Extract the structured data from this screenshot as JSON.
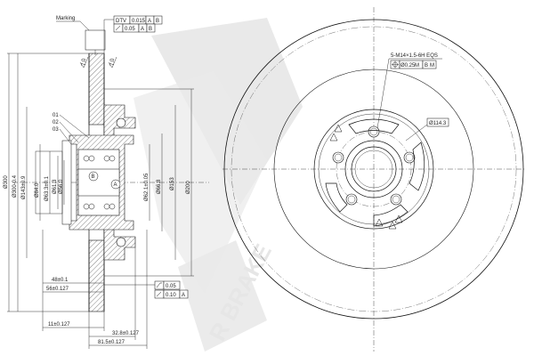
{
  "watermark": {
    "brand": "R BRAKE"
  },
  "callouts": {
    "marking": "Marking",
    "dtv": "DTV",
    "dtv_tol": "0.015",
    "dtv_ref_a": "A",
    "dtv_ref_b": "B",
    "runout_tol": "0.05",
    "runout_ref_a": "A",
    "runout_ref_b": "B",
    "roughness_1": "7.0",
    "roughness_2": "7.0",
    "bolt_pattern": "5-M14×1.5-6H EQS",
    "position_tol": "Ø0.25",
    "position_mod": "M",
    "position_ref_b": "B",
    "position_ref_mod": "M",
    "pcd": "Ø114.3"
  },
  "section_labels": {
    "l01": "01",
    "l02": "02",
    "l03": "03",
    "datum_a": "A",
    "datum_b": "B"
  },
  "dimensions": {
    "d300": "Ø300",
    "d300_tol": "Ø300-0.4",
    "d143": "Ø143±0.9",
    "d84": "Ø84.0",
    "d63": "Ø63.3±0.1",
    "d61": "Ø61.3",
    "d56": "Ø56.0",
    "d62": "Ø62.1±0.05",
    "d66": "Ø66.8",
    "d153": "Ø153",
    "d200": "Ø200",
    "w48": "48±0.1",
    "w56": "56±0.127",
    "w11": "11±0.127",
    "w32": "32.8±0.127",
    "w81": "81.5±0.127"
  },
  "bottom_tol": {
    "flat_tol": "0.05",
    "runout_tol": "0.10",
    "runout_ref": "A"
  }
}
